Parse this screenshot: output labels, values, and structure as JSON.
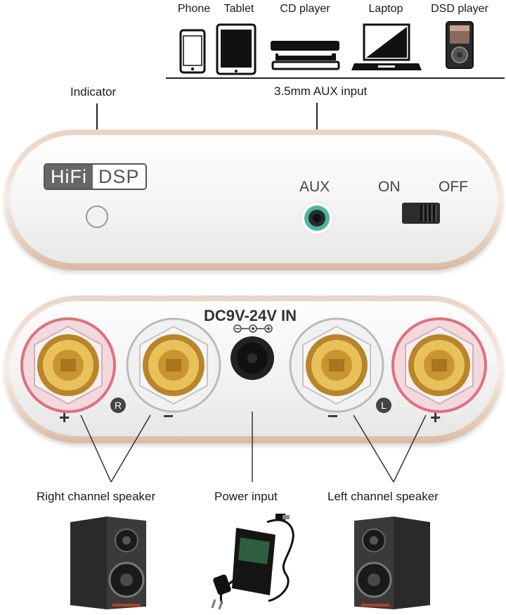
{
  "devices": [
    {
      "label": "Phone",
      "icon": "phone-icon"
    },
    {
      "label": "Tablet",
      "icon": "tablet-icon"
    },
    {
      "label": "CD player",
      "icon": "cd-player-icon"
    },
    {
      "label": "Laptop",
      "icon": "laptop-icon"
    },
    {
      "label": "DSD player",
      "icon": "dsd-player-icon"
    }
  ],
  "labels": {
    "aux_input": "3.5mm AUX input",
    "indicator": "Indicator",
    "right_speaker": "Right channel speaker",
    "power_input": "Power input",
    "left_speaker": "Left channel speaker"
  },
  "front_panel": {
    "logo_hifi": "HiFi",
    "logo_dsp": "DSP",
    "aux": "AUX",
    "on": "ON",
    "off": "OFF"
  },
  "back_panel": {
    "dc_in": "DC9V-24V IN",
    "right_channel": "R",
    "left_channel": "L",
    "plus": "+",
    "minus": "−"
  },
  "colors": {
    "gold": "#d4a23a",
    "red_ring": "#e0707f",
    "aux_ring": "#4fb3a0",
    "panel_trim": "#e6cbb8"
  }
}
